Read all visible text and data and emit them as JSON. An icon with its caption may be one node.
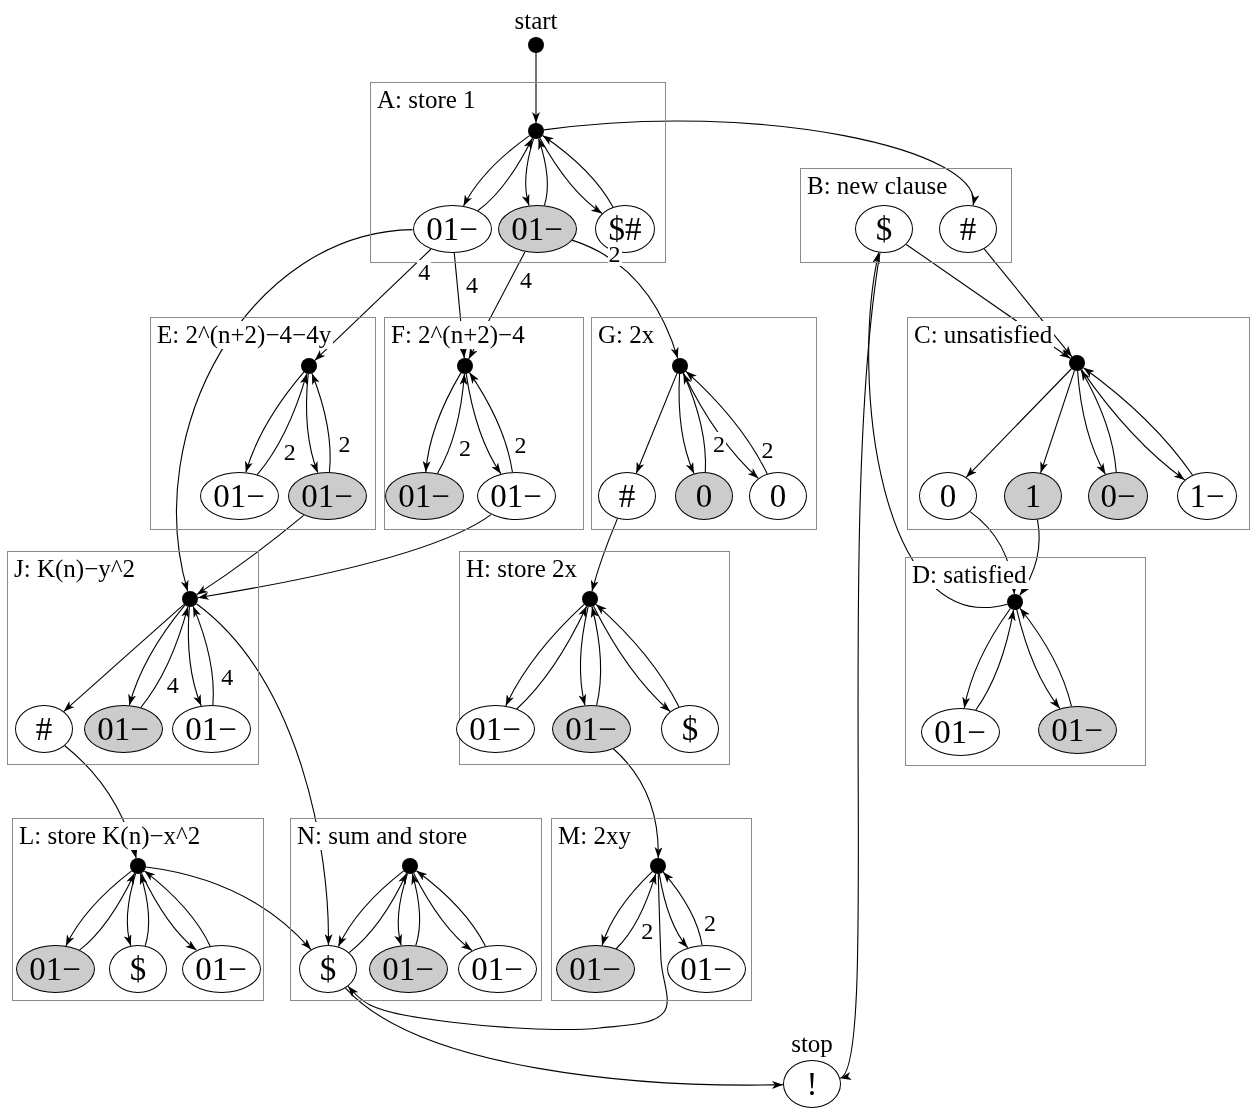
{
  "diagram": {
    "nodes": [
      {
        "text": [],
        "shape": "circle",
        "beside": [
          "start"
        ]
      },
      {
        "text": [
          "A: store 1"
        ]
      },
      {
        "text": [],
        "shape": "circle",
        "in": 1
      },
      {
        "text": [
          "01−"
        ],
        "in": 1
      },
      {
        "text": [
          "01−"
        ],
        "in": 1
      },
      {
        "text": [
          "$#"
        ],
        "in": 1
      },
      {
        "text": [
          "B: new clause"
        ]
      },
      {
        "text": [
          "$"
        ],
        "in": 6
      },
      {
        "text": [
          "#"
        ],
        "in": 6
      },
      {
        "text": [
          "E: 2^(n+2)−4−4y"
        ]
      },
      {
        "text": [],
        "shape": "circle",
        "in": 9
      },
      {
        "text": [
          "01−"
        ],
        "in": 9
      },
      {
        "text": [
          "01−"
        ],
        "in": 9
      },
      {
        "text": [
          "F: 2^(n+2)−4"
        ]
      },
      {
        "text": [],
        "shape": "circle",
        "in": 13
      },
      {
        "text": [
          "01−"
        ],
        "in": 13
      },
      {
        "text": [
          "01−"
        ],
        "in": 13
      },
      {
        "text": [
          "G: 2x"
        ]
      },
      {
        "text": [],
        "shape": "circle",
        "in": 17
      },
      {
        "text": [
          "#"
        ],
        "in": 17
      },
      {
        "text": [
          "0"
        ],
        "in": 17
      },
      {
        "text": [
          "0"
        ],
        "in": 17
      },
      {
        "text": [
          "C: unsatisfied"
        ]
      },
      {
        "text": [],
        "shape": "circle",
        "in": 22
      },
      {
        "text": [
          "0"
        ],
        "in": 22
      },
      {
        "text": [
          "1"
        ],
        "in": 22
      },
      {
        "text": [
          "0−"
        ],
        "in": 22
      },
      {
        "text": [
          "1−"
        ],
        "in": 22
      },
      {
        "text": [
          "D: satisfied"
        ]
      },
      {
        "text": [],
        "shape": "circle",
        "in": 28
      },
      {
        "text": [
          "01−"
        ],
        "in": 28
      },
      {
        "text": [
          "01−"
        ],
        "in": 28
      },
      {
        "text": [
          "J: K(n)−y^2"
        ]
      },
      {
        "text": [],
        "shape": "circle",
        "in": 32
      },
      {
        "text": [
          "#"
        ],
        "in": 32
      },
      {
        "text": [
          "01−"
        ],
        "in": 32
      },
      {
        "text": [
          "01−"
        ],
        "in": 32
      },
      {
        "text": [
          "H: store 2x"
        ]
      },
      {
        "text": [],
        "shape": "circle",
        "in": 37
      },
      {
        "text": [
          "01−"
        ],
        "in": 37
      },
      {
        "text": [
          "01−"
        ],
        "in": 37
      },
      {
        "text": [
          "$"
        ],
        "in": 37
      },
      {
        "text": [
          "L: store K(n)−x^2"
        ]
      },
      {
        "text": [],
        "shape": "circle",
        "in": 42
      },
      {
        "text": [
          "01−"
        ],
        "in": 42
      },
      {
        "text": [
          "$"
        ],
        "in": 42
      },
      {
        "text": [
          "01−"
        ],
        "in": 42
      },
      {
        "text": [
          "N: sum and store"
        ]
      },
      {
        "text": [],
        "shape": "circle",
        "in": 47
      },
      {
        "text": [
          "$"
        ],
        "in": 47
      },
      {
        "text": [
          "01−"
        ],
        "in": 47
      },
      {
        "text": [
          "01−"
        ],
        "in": 47
      },
      {
        "text": [
          "M: 2xy"
        ]
      },
      {
        "text": [],
        "shape": "circle",
        "in": 52
      },
      {
        "text": [
          "01−"
        ],
        "in": 52
      },
      {
        "text": [
          "01−"
        ],
        "in": 52
      },
      {
        "text": [
          "!"
        ],
        "beside": [
          "stop"
        ]
      }
    ],
    "edges": [
      {
        "from": 0,
        "to": 2,
        "arrow": "to"
      },
      {
        "from": 2,
        "to": 3,
        "arrow": "to"
      },
      {
        "from": 3,
        "to": 2,
        "arrow": "to"
      },
      {
        "from": 2,
        "to": 4,
        "arrow": "to"
      },
      {
        "from": 4,
        "to": 2,
        "arrow": "to"
      },
      {
        "from": 2,
        "to": 5,
        "arrow": "to"
      },
      {
        "from": 5,
        "to": 2,
        "arrow": "to"
      },
      {
        "from": 2,
        "to": 8,
        "arrow": "to"
      },
      {
        "from": 3,
        "to": 33,
        "arrow": "to"
      },
      {
        "from": 3,
        "to": 10,
        "arrow": "to",
        "label": "4"
      },
      {
        "from": 3,
        "to": 14,
        "arrow": "to",
        "label": "4"
      },
      {
        "from": 4,
        "to": 14,
        "arrow": "to",
        "label": "4"
      },
      {
        "from": 4,
        "to": 18,
        "arrow": "to",
        "label": "2"
      },
      {
        "from": 10,
        "to": 11,
        "arrow": "to"
      },
      {
        "from": 11,
        "to": 10,
        "arrow": "to",
        "label": "2"
      },
      {
        "from": 10,
        "to": 12,
        "arrow": "to"
      },
      {
        "from": 12,
        "to": 10,
        "arrow": "to",
        "label": "2"
      },
      {
        "from": 14,
        "to": 15,
        "arrow": "to"
      },
      {
        "from": 15,
        "to": 14,
        "arrow": "to",
        "label": "2"
      },
      {
        "from": 14,
        "to": 16,
        "arrow": "to"
      },
      {
        "from": 16,
        "to": 14,
        "arrow": "to",
        "label": "2"
      },
      {
        "from": 18,
        "to": 19,
        "arrow": "to"
      },
      {
        "from": 18,
        "to": 20,
        "arrow": "to"
      },
      {
        "from": 20,
        "to": 18,
        "arrow": "to",
        "label": "2"
      },
      {
        "from": 18,
        "to": 21,
        "arrow": "to"
      },
      {
        "from": 21,
        "to": 18,
        "arrow": "to",
        "label": "2"
      },
      {
        "from": 12,
        "to": 33,
        "arrow": "to"
      },
      {
        "from": 16,
        "to": 33,
        "arrow": "to"
      },
      {
        "from": 19,
        "to": 38,
        "arrow": "to"
      },
      {
        "from": 7,
        "to": 23,
        "arrow": "to"
      },
      {
        "from": 8,
        "to": 23,
        "arrow": "to"
      },
      {
        "from": 7,
        "to": 56,
        "arrow": "to"
      },
      {
        "from": 29,
        "to": 7,
        "arrow": "to"
      },
      {
        "from": 23,
        "to": 24,
        "arrow": "to"
      },
      {
        "from": 23,
        "to": 25,
        "arrow": "to"
      },
      {
        "from": 23,
        "to": 26,
        "arrow": "to"
      },
      {
        "from": 26,
        "to": 23,
        "arrow": "to"
      },
      {
        "from": 23,
        "to": 27,
        "arrow": "to"
      },
      {
        "from": 27,
        "to": 23,
        "arrow": "to"
      },
      {
        "from": 24,
        "to": 29,
        "arrow": "to"
      },
      {
        "from": 25,
        "to": 29,
        "arrow": "to"
      },
      {
        "from": 30,
        "to": 29,
        "arrow": "to"
      },
      {
        "from": 29,
        "to": 30,
        "arrow": "to"
      },
      {
        "from": 29,
        "to": 31,
        "arrow": "to"
      },
      {
        "from": 31,
        "to": 29,
        "arrow": "to"
      },
      {
        "from": 33,
        "to": 34,
        "arrow": "to"
      },
      {
        "from": 33,
        "to": 35,
        "arrow": "to"
      },
      {
        "from": 35,
        "to": 33,
        "arrow": "to",
        "label": "4"
      },
      {
        "from": 33,
        "to": 36,
        "arrow": "to"
      },
      {
        "from": 36,
        "to": 33,
        "arrow": "to",
        "label": "4"
      },
      {
        "from": 33,
        "to": 49,
        "arrow": "to"
      },
      {
        "from": 34,
        "to": 43,
        "arrow": "to"
      },
      {
        "from": 38,
        "to": 39,
        "arrow": "to"
      },
      {
        "from": 39,
        "to": 38,
        "arrow": "to"
      },
      {
        "from": 38,
        "to": 40,
        "arrow": "to"
      },
      {
        "from": 40,
        "to": 38,
        "arrow": "to"
      },
      {
        "from": 38,
        "to": 41,
        "arrow": "to"
      },
      {
        "from": 41,
        "to": 38,
        "arrow": "to"
      },
      {
        "from": 40,
        "to": 53,
        "arrow": "to"
      },
      {
        "from": 43,
        "to": 44,
        "arrow": "to"
      },
      {
        "from": 44,
        "to": 43,
        "arrow": "to"
      },
      {
        "from": 43,
        "to": 45,
        "arrow": "to"
      },
      {
        "from": 45,
        "to": 43,
        "arrow": "to"
      },
      {
        "from": 43,
        "to": 46,
        "arrow": "to"
      },
      {
        "from": 46,
        "to": 43,
        "arrow": "to"
      },
      {
        "from": 43,
        "to": 49,
        "arrow": "to"
      },
      {
        "from": 48,
        "to": 49,
        "arrow": "to"
      },
      {
        "from": 49,
        "to": 48,
        "arrow": "to"
      },
      {
        "from": 48,
        "to": 50,
        "arrow": "to"
      },
      {
        "from": 50,
        "to": 48,
        "arrow": "to"
      },
      {
        "from": 48,
        "to": 51,
        "arrow": "to"
      },
      {
        "from": 51,
        "to": 48,
        "arrow": "to"
      },
      {
        "from": 53,
        "to": 54,
        "arrow": "to"
      },
      {
        "from": 54,
        "to": 53,
        "arrow": "to",
        "label": "2"
      },
      {
        "from": 53,
        "to": 55,
        "arrow": "to"
      },
      {
        "from": 55,
        "to": 53,
        "arrow": "to",
        "label": "2"
      },
      {
        "from": 53,
        "to": 49,
        "arrow": "to"
      },
      {
        "from": 49,
        "to": 56,
        "arrow": "to"
      }
    ]
  }
}
